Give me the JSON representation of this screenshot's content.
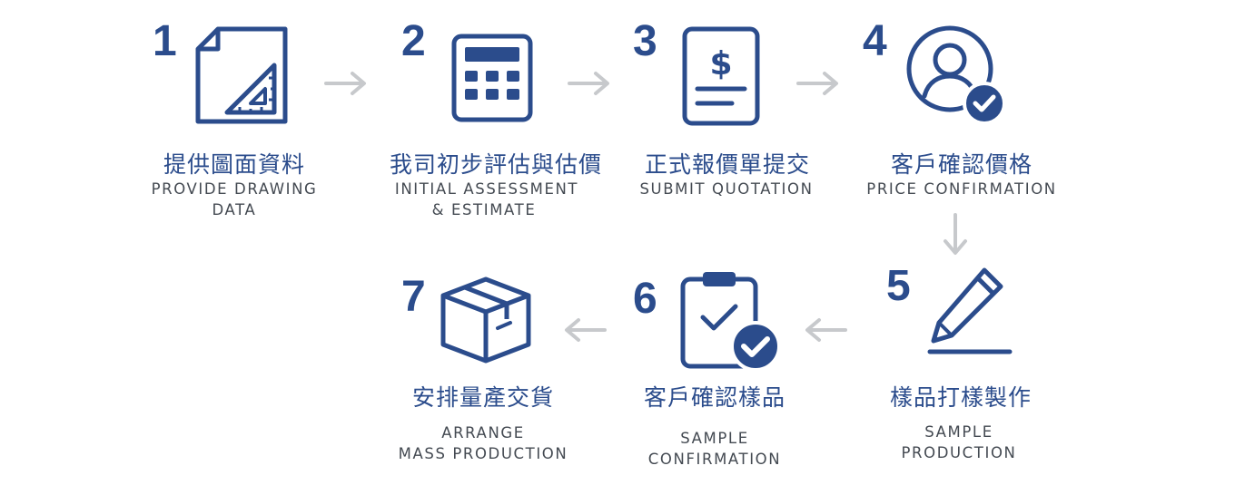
{
  "colors": {
    "primary": "#2b4c8c",
    "arrow": "#c7c9cc",
    "subtext": "#444a52"
  },
  "steps": [
    {
      "number": "1",
      "title_zh": "提供圖面資料",
      "title_en_line1": "PROVIDE DRAWING",
      "title_en_line2": "DATA",
      "icon": "document-ruler-icon"
    },
    {
      "number": "2",
      "title_zh": "我司初步評估與估價",
      "title_en_line1": "INITIAL ASSESSMENT",
      "title_en_line2": "& ESTIMATE",
      "icon": "calculator-icon"
    },
    {
      "number": "3",
      "title_zh": "正式報價單提交",
      "title_en_line1": "SUBMIT QUOTATION",
      "title_en_line2": "",
      "icon": "quotation-icon"
    },
    {
      "number": "4",
      "title_zh": "客戶確認價格",
      "title_en_line1": "PRICE CONFIRMATION",
      "title_en_line2": "",
      "icon": "user-check-icon"
    },
    {
      "number": "5",
      "title_zh": "樣品打樣製作",
      "title_en_line1": "SAMPLE",
      "title_en_line2": "PRODUCTION",
      "icon": "pencil-icon"
    },
    {
      "number": "6",
      "title_zh": "客戶確認樣品",
      "title_en_line1": "SAMPLE",
      "title_en_line2": "CONFIRMATION",
      "icon": "clipboard-check-icon"
    },
    {
      "number": "7",
      "title_zh": "安排量產交貨",
      "title_en_line1": "ARRANGE",
      "title_en_line2": "MASS PRODUCTION",
      "icon": "box-icon"
    }
  ]
}
